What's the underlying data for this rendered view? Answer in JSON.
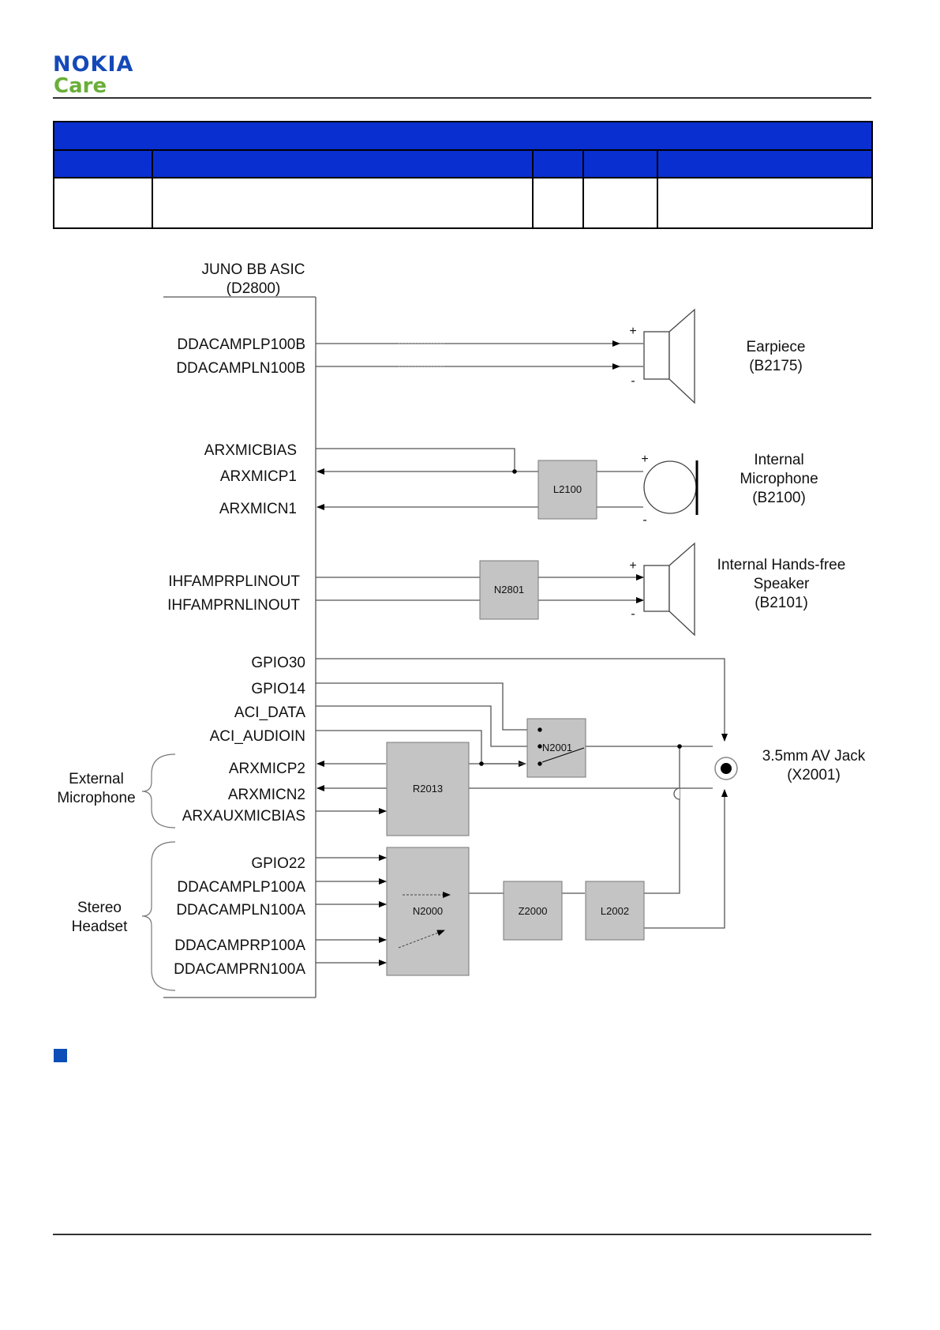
{
  "brand": {
    "name": "NOKIA",
    "tagline": "Care",
    "primary_color": "#1449b8",
    "secondary_color": "#6aae3a"
  },
  "header_table": {
    "header_color": "#0a2fd0",
    "columns": [
      "",
      "",
      "",
      "",
      ""
    ],
    "row": [
      "",
      "",
      "",
      "",
      ""
    ]
  },
  "diagram": {
    "asic": {
      "name": "JUNO BB ASIC",
      "ref": "(D2800)"
    },
    "earpiece": {
      "name": "Earpiece",
      "ref": "(B2175)"
    },
    "internal_mic": {
      "line1": "Internal",
      "line2": "Microphone",
      "ref": "(B2100)"
    },
    "ihf_speaker": {
      "line1": "Internal Hands-free",
      "line2": "Speaker",
      "ref": "(B2101)"
    },
    "av_jack": {
      "name": "3.5mm AV Jack",
      "ref": "(X2001)"
    },
    "external_mic": {
      "line1": "External",
      "line2": "Microphone"
    },
    "stereo_headset": {
      "line1": "Stereo",
      "line2": "Headset"
    },
    "signals": {
      "ddacamplp100b": "DDACAMPLP100B",
      "ddacampln100b": "DDACAMPLN100B",
      "arxmicbias": "ARXMICBIAS",
      "arxmicp1": "ARXMICP1",
      "arxmicn1": "ARXMICN1",
      "ihfamprplinout": "IHFAMPRPLINOUT",
      "ihfamprnlinout": "IHFAMPRNLINOUT",
      "gpio30": "GPIO30",
      "gpio14": "GPIO14",
      "aci_data": "ACI_DATA",
      "aci_audioin": "ACI_AUDIOIN",
      "arxmicp2": "ARXMICP2",
      "arxmicn2": "ARXMICN2",
      "arxauxmicbias": "ARXAUXMICBIAS",
      "gpio22": "GPIO22",
      "ddacamplp100a": "DDACAMPLP100A",
      "ddacampln100a": "DDACAMPLN100A",
      "ddacamprp100a": "DDACAMPRP100A",
      "ddacamprn100a": "DDACAMPRN100A"
    },
    "blocks": {
      "l2100": "L2100",
      "n2801": "N2801",
      "n2001": "N2001",
      "r2013": "R2013",
      "n2000": "N2000",
      "z2000": "Z2000",
      "l2002": "L2002"
    },
    "polarity": {
      "plus": "+",
      "minus": "-"
    },
    "block_fill": "#c4c4c4"
  }
}
